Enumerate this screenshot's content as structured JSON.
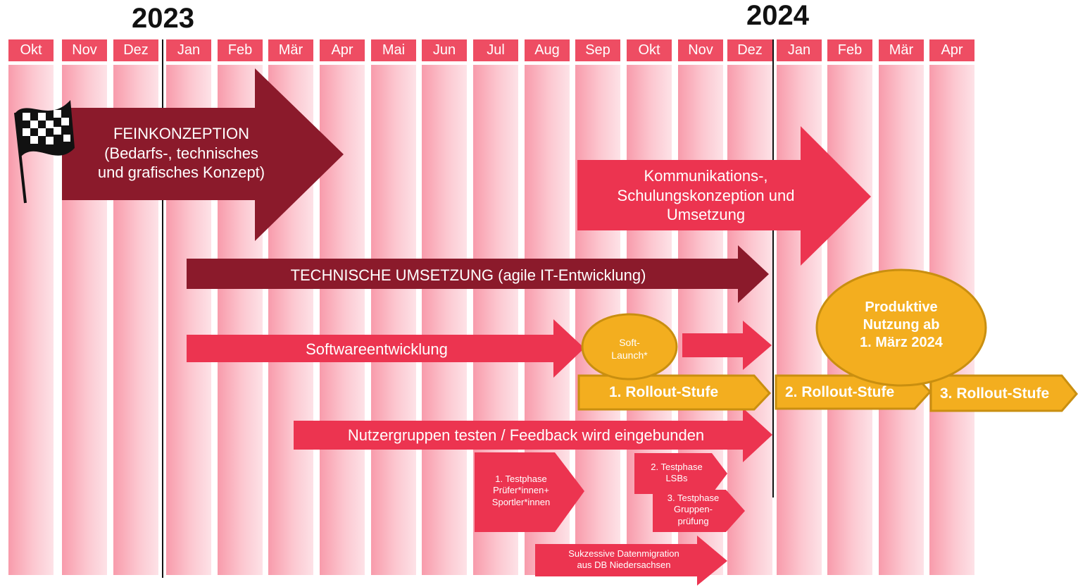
{
  "years": {
    "y2023": "2023",
    "y2024": "2024"
  },
  "months": [
    "Okt",
    "Nov",
    "Dez",
    "Jan",
    "Feb",
    "Mär",
    "Apr",
    "Mai",
    "Jun",
    "Jul",
    "Aug",
    "Sep",
    "Okt",
    "Nov",
    "Dez",
    "Jan",
    "Feb",
    "Mär",
    "Apr"
  ],
  "colors": {
    "month_label_bg": "#ee4d63",
    "dark_arrow": "#8b1a2b",
    "red_arrow": "#ec3450",
    "gold": "#f3ae1f",
    "gold_border": "#c98f10"
  },
  "arrows": {
    "feinkonzeption": "FEINKONZEPTION\n(Bedarfs-, technisches\nund grafisches Konzept)",
    "kommunikation": "Kommunikations-,\nSchulungskonzeption und\nUmsetzung",
    "technische_umsetzung": "TECHNISCHE UMSETZUNG (agile IT-Entwicklung)",
    "softwareentwicklung": "Softwareentwicklung",
    "nutzergruppen": "Nutzergruppen testen / Feedback wird eingebunden",
    "testphase1": "1. Testphase\nPrüfer*innen+\nSportler*innen",
    "testphase2": "2. Testphase\nLSBs",
    "testphase3": "3. Testphase\nGruppen-\nprüfung",
    "migration": "Sukzessive Datenmigration\naus DB Niedersachsen"
  },
  "soft_launch": "Soft-\nLaunch*",
  "produktive_nutzung": "Produktive\nNutzung ab\n1.  März 2024",
  "rollout": {
    "stufe1": "1. Rollout-Stufe",
    "stufe2": "2. Rollout-Stufe",
    "stufe3": "3. Rollout-Stufe"
  },
  "icons": {
    "flag": "checkered-flag-icon"
  }
}
